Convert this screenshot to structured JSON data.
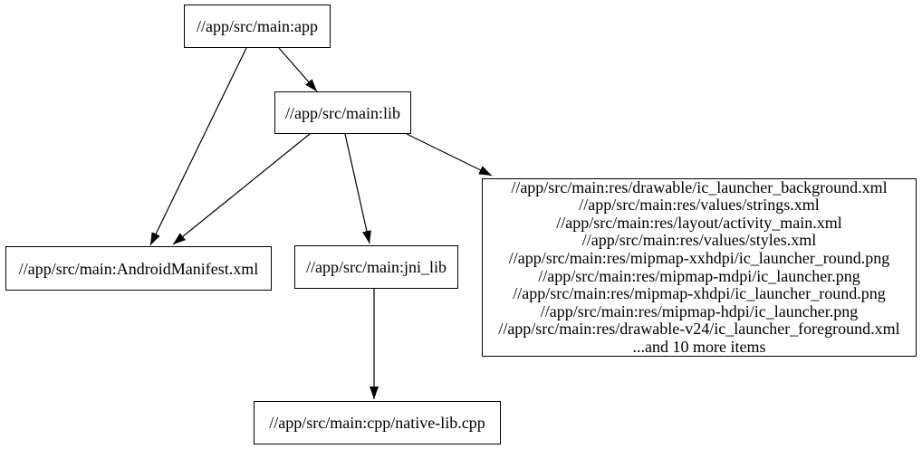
{
  "diagram": {
    "type": "dependency-graph",
    "background_color": "#ffffff",
    "node_border_color": "#000000",
    "edge_color": "#000000",
    "text_color": "#000000",
    "nodes": [
      {
        "id": "app",
        "label": "//app/src/main:app"
      },
      {
        "id": "lib",
        "label": "//app/src/main:lib"
      },
      {
        "id": "android_manifest",
        "label": "//app/src/main:AndroidManifest.xml"
      },
      {
        "id": "jni_lib",
        "label": "//app/src/main:jni_lib"
      },
      {
        "id": "res_group",
        "lines": [
          "//app/src/main:res/drawable/ic_launcher_background.xml",
          "//app/src/main:res/values/strings.xml",
          "//app/src/main:res/layout/activity_main.xml",
          "//app/src/main:res/values/styles.xml",
          "//app/src/main:res/mipmap-xxhdpi/ic_launcher_round.png",
          "//app/src/main:res/mipmap-mdpi/ic_launcher.png",
          "//app/src/main:res/mipmap-xhdpi/ic_launcher_round.png",
          "//app/src/main:res/mipmap-hdpi/ic_launcher.png",
          "//app/src/main:res/drawable-v24/ic_launcher_foreground.xml",
          "...and 10 more items"
        ]
      },
      {
        "id": "native_lib_cpp",
        "label": "//app/src/main:cpp/native-lib.cpp"
      }
    ],
    "edges": [
      {
        "from": "app",
        "to": "android_manifest"
      },
      {
        "from": "app",
        "to": "lib"
      },
      {
        "from": "lib",
        "to": "android_manifest"
      },
      {
        "from": "lib",
        "to": "jni_lib"
      },
      {
        "from": "lib",
        "to": "res_group"
      },
      {
        "from": "jni_lib",
        "to": "native_lib_cpp"
      }
    ]
  }
}
